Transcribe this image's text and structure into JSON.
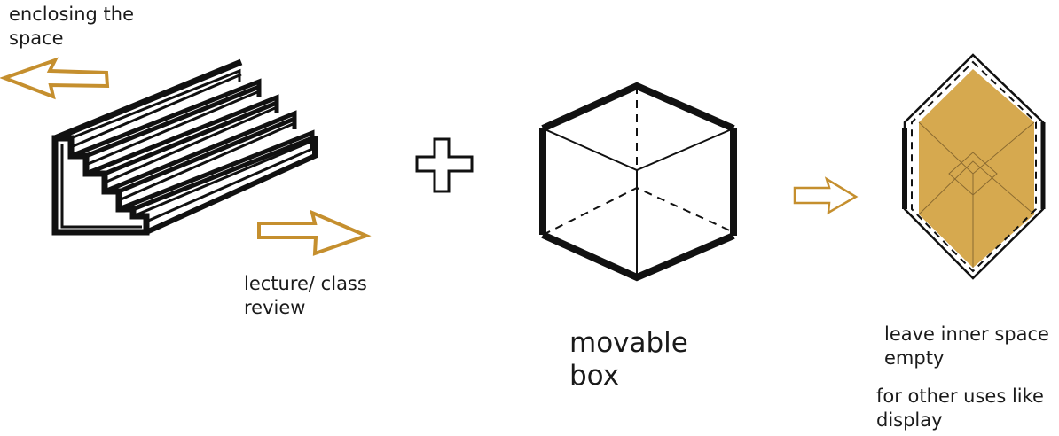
{
  "labels": {
    "enclosing": "enclosing the\nspace",
    "lecture": "lecture/ class\nreview",
    "movable_box": "movable\nbox",
    "leave_inner": "leave inner space\nempty",
    "other_uses": "for other uses like\ndisplay"
  },
  "colors": {
    "accent": "#C58F2E",
    "fill": "#D6A94F",
    "ink": "#111111"
  },
  "icons": [
    "arrow-left-icon",
    "arrow-right-icon",
    "plus-icon",
    "stepped-seating",
    "cube",
    "hexagon-plan"
  ]
}
